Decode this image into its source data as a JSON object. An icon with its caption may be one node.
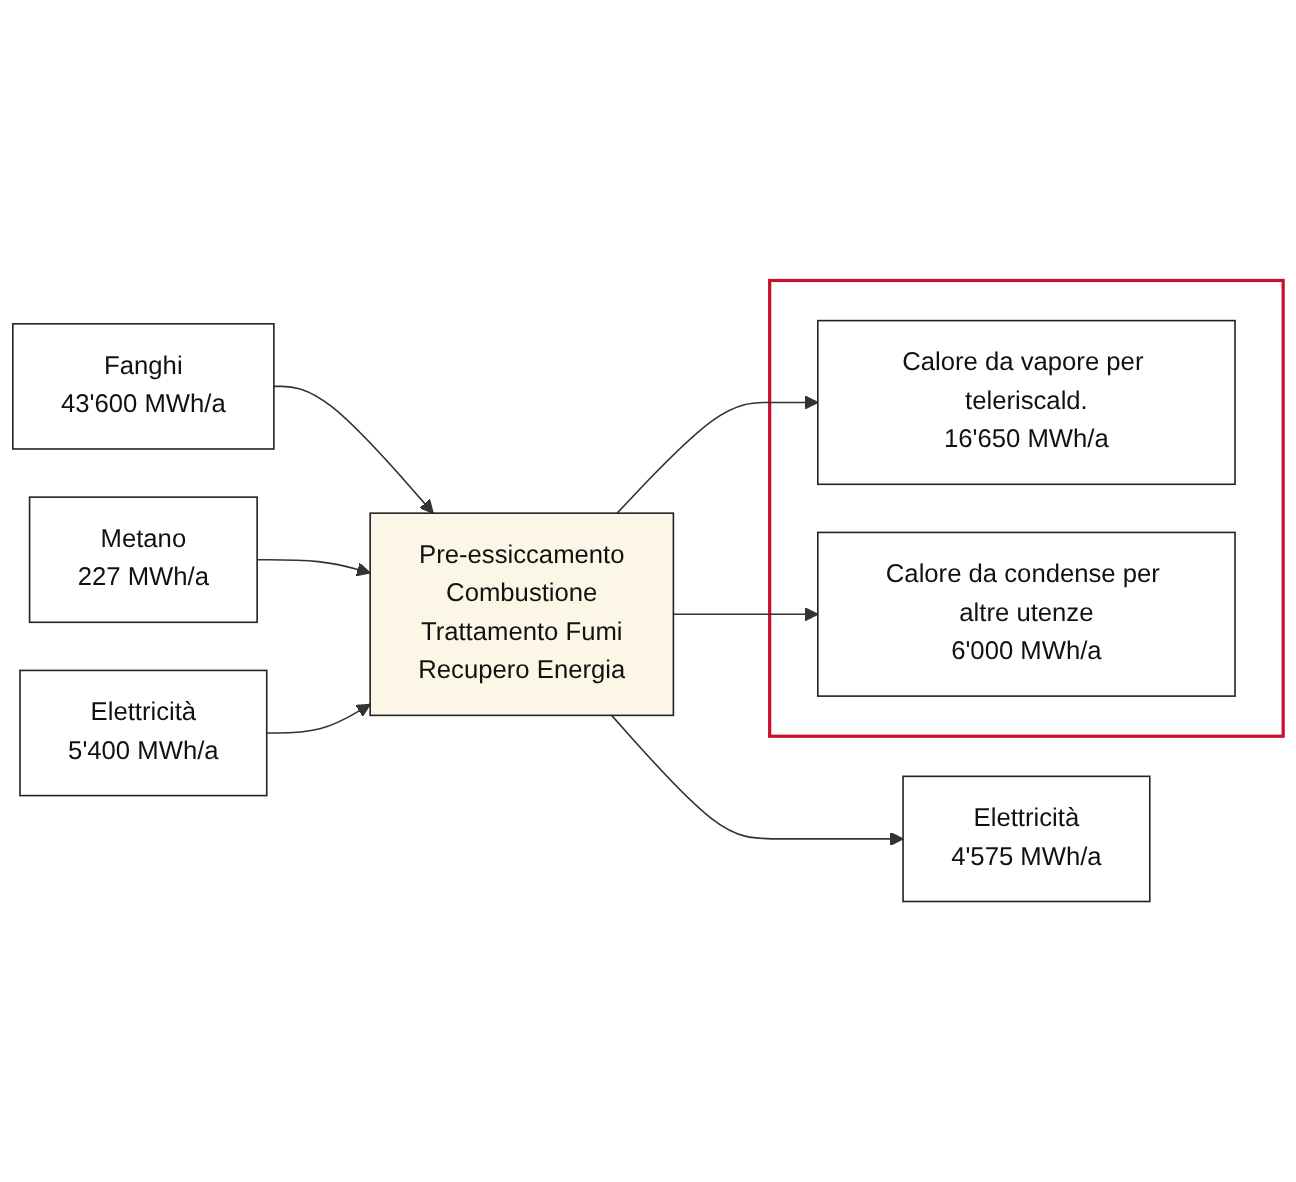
{
  "diagram": {
    "nodes": [
      {
        "text": [
          "Fanghi",
          "43'600 MWh/a"
        ]
      },
      {
        "text": [
          "Metano",
          "227 MWh/a"
        ]
      },
      {
        "text": [
          "Elettricità",
          "5'400 MWh/a"
        ]
      },
      {
        "text": [
          "Pre-essiccamento",
          "Combustione",
          "Trattamento Fumi",
          "Recupero Energia"
        ]
      },
      {
        "text": [
          "Elettricità",
          "4'575 MWh/a"
        ]
      },
      {
        "text": [],
        "shape": "box"
      },
      {
        "text": [
          "Calore da vapore per teleriscald.",
          "16'650 MWh/a"
        ],
        "in": 5
      },
      {
        "text": [
          "Calore da condense per altre utenze",
          "6'000 MWh/a"
        ],
        "in": 5
      }
    ],
    "edges": [
      {
        "from": 0,
        "to": 3,
        "arrow": "to"
      },
      {
        "from": 1,
        "to": 3,
        "arrow": "to"
      },
      {
        "from": 2,
        "to": 3,
        "arrow": "to"
      },
      {
        "from": 3,
        "to": 4,
        "arrow": "to"
      },
      {
        "from": 3,
        "to": 6,
        "arrow": "to"
      },
      {
        "from": 3,
        "to": 7,
        "arrow": "to"
      }
    ]
  }
}
